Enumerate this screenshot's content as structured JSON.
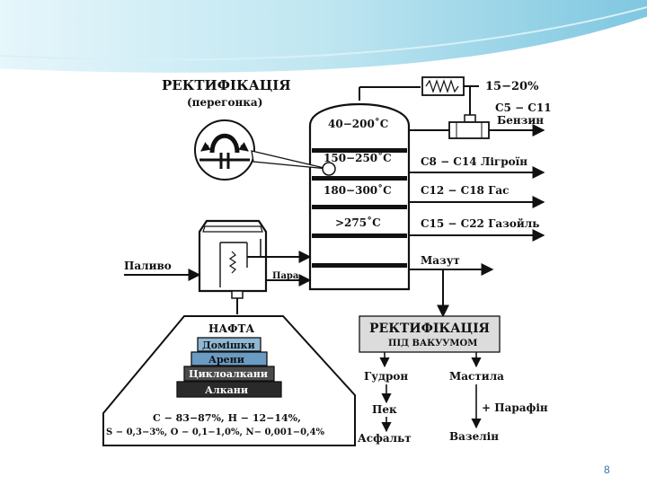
{
  "title": "РЕКТИФІКАЦІЯ",
  "subtitle": "(перегонка)",
  "condenser_pct": "15−20%",
  "column_zones": [
    "40−200˚С",
    "150−250˚С",
    "180−300˚С",
    ">275˚С"
  ],
  "fractions": [
    {
      "formula": "С5 − С11",
      "name": "Бензин"
    },
    {
      "formula": "С8 − С14",
      "name": "Лігроїн"
    },
    {
      "formula": "С12 − С18",
      "name": "Гас"
    },
    {
      "formula": "С15 − С22",
      "name": "Газойль"
    }
  ],
  "mazut": "Мазут",
  "fuel": "Паливо",
  "steam": "Пара",
  "oil_label": "НАФТА",
  "oil_layers": [
    "Домішки",
    "Арени",
    "Циклоалкани",
    "Алкани"
  ],
  "composition_line1": "С − 83−87%, Н − 12−14%,",
  "composition_line2": "S − 0,3−3%, О − 0,1−1,0%, N− 0,001−0,4%",
  "vacuum_title": "РЕКТИФІКАЦІЯ",
  "vacuum_sub": "ПІД ВАКУУМОМ",
  "products": {
    "gudron": "Гудрон",
    "mastyla": "Мастила",
    "pek": "Пек",
    "parafin": "+ Парафін",
    "asfalt": "Асфальт",
    "vazelin": "Вазелін"
  },
  "slide_number": "8",
  "colors": {
    "layer_top": "#8fb8d4",
    "layer_mid": "#6a9bc3",
    "layer_low": "#4a4a4a",
    "layer_bottom": "#2a2a2a",
    "accent": "#3a6fb0"
  }
}
